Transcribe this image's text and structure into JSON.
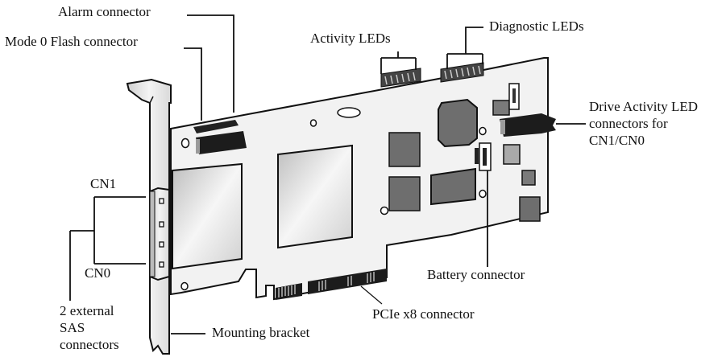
{
  "diagram": {
    "subject": "PCIe RAID controller card",
    "callouts": {
      "alarm_connector": "Alarm connector",
      "mode0_flash_connector": "Mode 0 Flash connector",
      "activity_leds": "Activity LEDs",
      "diagnostic_leds": "Diagnostic LEDs",
      "drive_activity_led_line1": "Drive Activity LED",
      "drive_activity_led_line2": "connectors for",
      "drive_activity_led_line3": "CN1/CN0",
      "cn1": "CN1",
      "cn0": "CN0",
      "sas_line1": "2 external",
      "sas_line2": "SAS",
      "sas_line3": "connectors",
      "battery_connector": "Battery connector",
      "pcie_connector": "PCIe x8 connector",
      "mounting_bracket": "Mounting bracket"
    },
    "colors": {
      "line": "#111111",
      "board": "#f2f2f2",
      "chip": "#6e6e6e",
      "chip_light": "#a9a9a9",
      "connector_dark": "#1c1c1c"
    }
  }
}
